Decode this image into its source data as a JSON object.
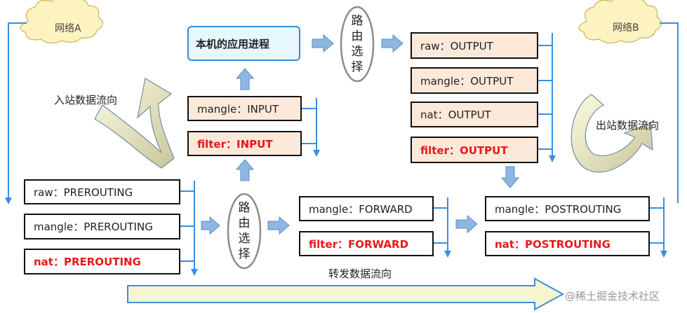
{
  "clouds": {
    "left": "网络A",
    "right": "网络B"
  },
  "app_box": "本机的应用进程",
  "routing_left": "路由选择",
  "routing_top": "路由选择",
  "input_chain": {
    "mangle": "mangle：INPUT",
    "filter": "filter：INPUT"
  },
  "output_chain": {
    "raw": "raw：OUTPUT",
    "mangle": "mangle：OUTPUT",
    "nat": "nat：OUTPUT",
    "filter": "filter：OUTPUT"
  },
  "prerouting_chain": {
    "raw": "raw：PREROUTING",
    "mangle": "mangle：PREROUTING",
    "nat": "nat：PREROUTING"
  },
  "forward_chain": {
    "mangle": "mangle：FORWARD",
    "filter": "filter：FORWARD"
  },
  "postrouting_chain": {
    "mangle": "mangle：POSTROUTING",
    "nat": "nat：POSTROUTING"
  },
  "flow_labels": {
    "inbound": "入站数据流向",
    "outbound": "出站数据流向",
    "forward": "转发数据流向"
  },
  "watermark": "@稀土掘金技术社区",
  "colors": {
    "line": "#3b8ee0",
    "arrow_fill": "#8fb6e0",
    "box_peach": "#fde9d9",
    "red_text": "#e8191a",
    "cloud": "#fdf3c0"
  }
}
